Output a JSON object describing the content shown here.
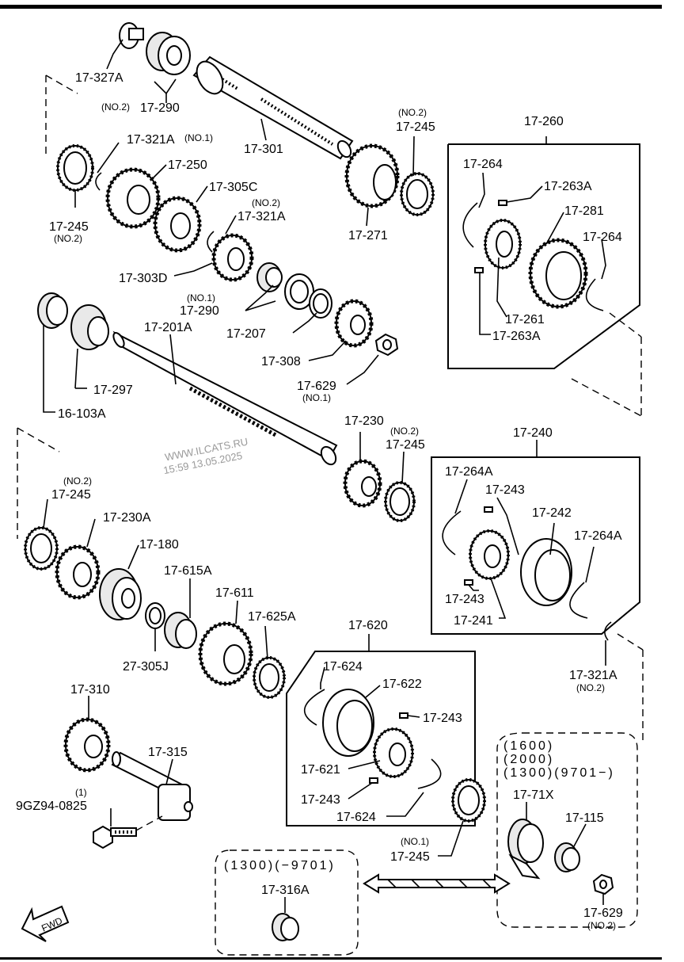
{
  "labels": {
    "l_17_327A": "17-327A",
    "l_no2_a": "(NO.2)",
    "l_17_290_a": "17-290",
    "l_17_321A_a": "17-321A",
    "l_no1_a": "(NO.1)",
    "l_17_301": "17-301",
    "l_no2_b": "(NO.2)",
    "l_17_245_a": "17-245",
    "l_17_260": "17-260",
    "l_17_250": "17-250",
    "l_17_305C": "17-305C",
    "l_17_245_b": "17-245",
    "l_no2_c": "(NO.2)",
    "l_no2_d": "(NO.2)",
    "l_17_321A_b": "17-321A",
    "l_17_271": "17-271",
    "l_17_264_a": "17-264",
    "l_17_263A_a": "17-263A",
    "l_17_281": "17-281",
    "l_17_264_b": "17-264",
    "l_17_303D": "17-303D",
    "l_no1_b": "(NO.1)",
    "l_17_290_b": "17-290",
    "l_17_201A": "17-201A",
    "l_17_207": "17-207",
    "l_17_261": "17-261",
    "l_17_263A_b": "17-263A",
    "l_17_308": "17-308",
    "l_17_297": "17-297",
    "l_17_629_a": "17-629",
    "l_no1_c": "(NO.1)",
    "l_16_103A": "16-103A",
    "l_17_230": "17-230",
    "l_no2_e": "(NO.2)",
    "l_17_245_c": "17-245",
    "l_17_240": "17-240",
    "l_no2_f": "(NO.2)",
    "l_17_245_d": "17-245",
    "l_17_264A_a": "17-264A",
    "l_17_243_a": "17-243",
    "l_17_230A": "17-230A",
    "l_17_242": "17-242",
    "l_17_264A_b": "17-264A",
    "l_17_180": "17-180",
    "l_17_615A": "17-615A",
    "l_17_611": "17-611",
    "l_17_243_b": "17-243",
    "l_17_241": "17-241",
    "l_17_625A": "17-625A",
    "l_17_620": "17-620",
    "l_27_305J": "27-305J",
    "l_17_321A_c": "17-321A",
    "l_no2_g": "(NO.2)",
    "l_17_624_a": "17-624",
    "l_17_622": "17-622",
    "l_17_310": "17-310",
    "l_17_243_c": "17-243",
    "l_17_315": "17-315",
    "l_1600": "(1600)",
    "l_2000": "(2000)",
    "l_1300_9701": "(1300)(9701−)",
    "l_17_621": "17-621",
    "l_one": "(1)",
    "l_9gz94": "9GZ94-0825",
    "l_17_243_d": "17-243",
    "l_17_624_b": "17-624",
    "l_17_71X": "17-71X",
    "l_17_115": "17-115",
    "l_no1_d": "(NO.1)",
    "l_17_245_e": "17-245",
    "l_1300_m9701": "(1300)(−9701)",
    "l_17_316A": "17-316A",
    "l_17_629_b": "17-629",
    "l_no2_h": "(NO.2)",
    "l_fwd": "FWD"
  },
  "watermark": {
    "line1": "WWW.ILCATS.RU",
    "line2": "15:59 13.05.2025"
  }
}
